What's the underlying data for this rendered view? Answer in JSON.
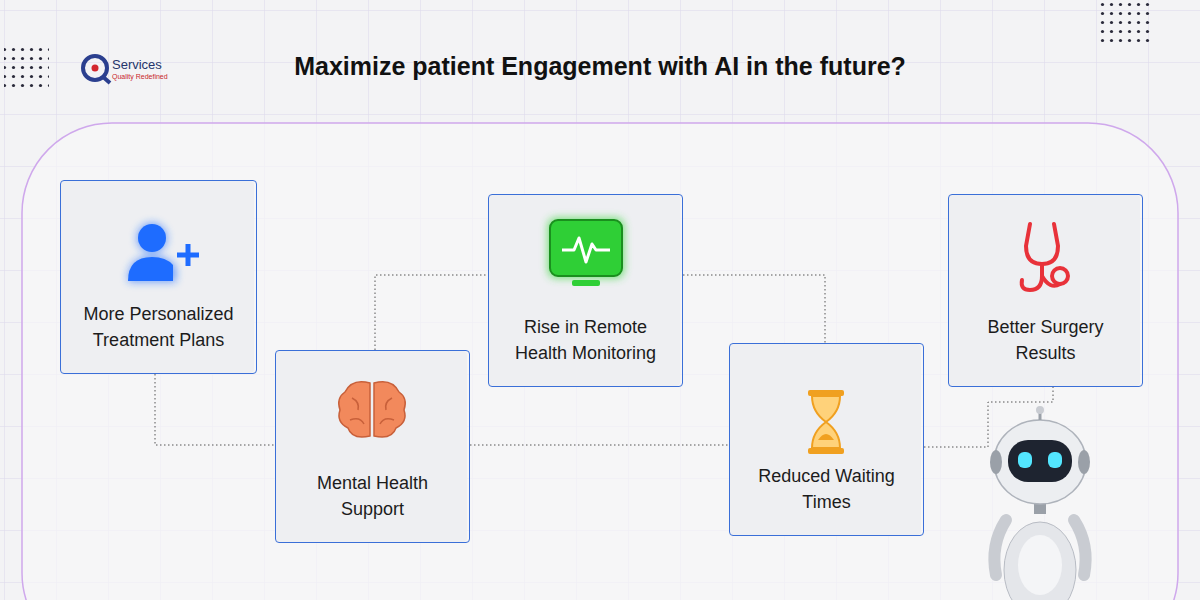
{
  "diagram": {
    "title": "Maximize patient Engagement with AI in the future?",
    "nodes": [
      {
        "text": [
          "More Personalized Treatment Plans"
        ]
      },
      {
        "text": [
          "Mental Health Support"
        ]
      },
      {
        "text": [
          "Rise in Remote Health Monitoring"
        ]
      },
      {
        "text": [
          "Reduced Waiting Times"
        ]
      },
      {
        "text": [
          "Better Surgery Results"
        ]
      }
    ],
    "edges": [
      {
        "from": 0,
        "to": 1,
        "arrow": "none"
      },
      {
        "from": 1,
        "to": 2,
        "arrow": "none"
      },
      {
        "from": 1,
        "to": 3,
        "arrow": "none"
      },
      {
        "from": 2,
        "to": 3,
        "arrow": "none"
      },
      {
        "from": 3,
        "to": 4,
        "arrow": "none"
      }
    ],
    "labels": [
      "Services",
      "Quality Redefined"
    ]
  }
}
